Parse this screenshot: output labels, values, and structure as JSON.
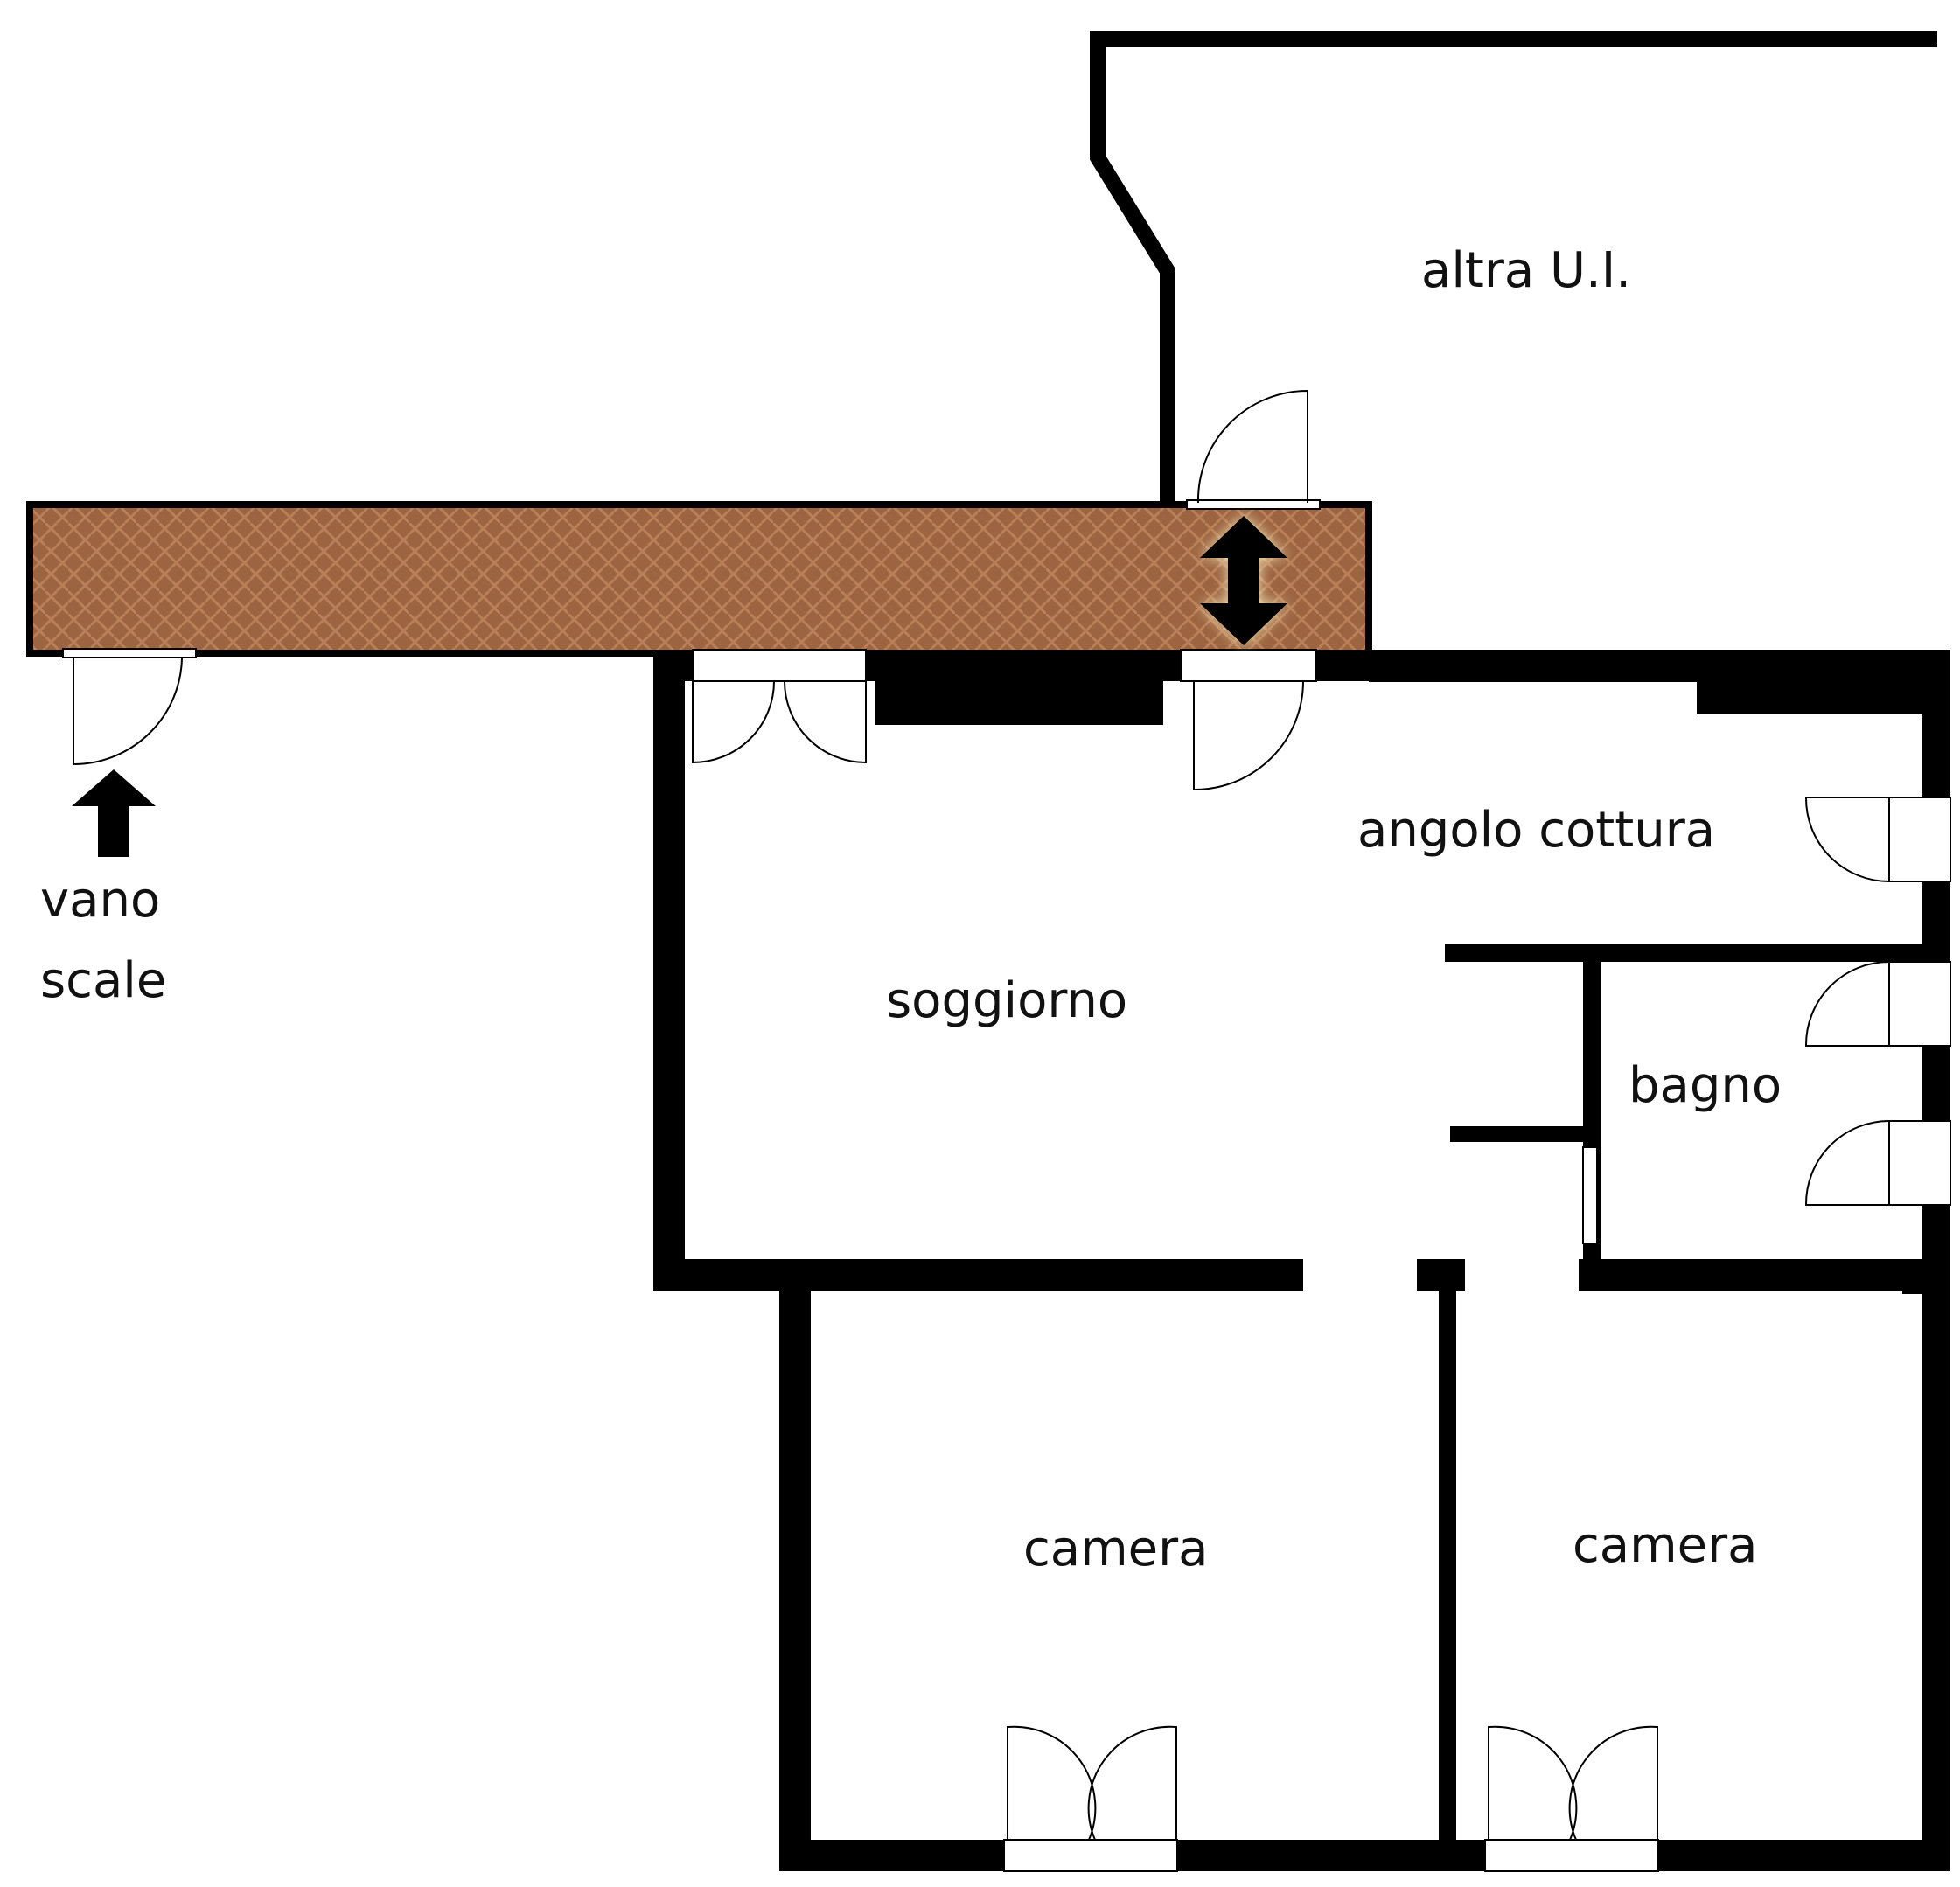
{
  "labels": {
    "other_unit": "altra U.I.",
    "stairs_line1": "vano",
    "stairs_line2": "scale",
    "kitchen": "angolo cottura",
    "living": "soggiorno",
    "bathroom": "bagno",
    "bedroom_left": "camera",
    "bedroom_right": "camera"
  },
  "colors": {
    "wall": "#000000",
    "corridor_floor": "#9c6440",
    "corridor_pattern": "#b97f58",
    "background": "#ffffff"
  },
  "icons": {
    "stairs_entry": "arrow-up-icon",
    "passage": "double-arrow-vertical-icon"
  }
}
